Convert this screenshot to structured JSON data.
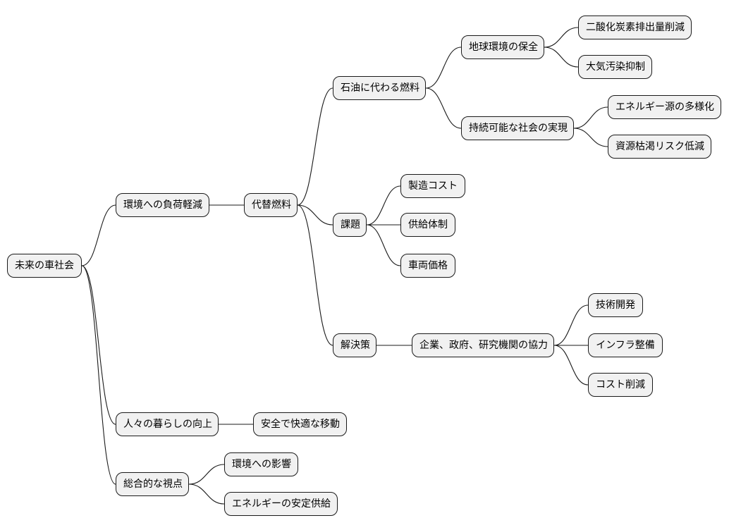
{
  "mindmap": {
    "root": "未来の車社会",
    "env": {
      "label": "環境への負荷軽減",
      "alt_fuel": {
        "label": "代替燃料",
        "oil_alt": {
          "label": "石油に代わる燃料",
          "global_env": {
            "label": "地球環境の保全",
            "children": [
              "二酸化炭素排出量削減",
              "大気汚染抑制"
            ]
          },
          "sustainable": {
            "label": "持続可能な社会の実現",
            "children": [
              "エネルギー源の多様化",
              "資源枯渇リスク低減"
            ]
          }
        },
        "issues": {
          "label": "課題",
          "children": [
            "製造コスト",
            "供給体制",
            "車両価格"
          ]
        },
        "solution": {
          "label": "解決策",
          "cooperation": {
            "label": "企業、政府、研究機関の協力",
            "children": [
              "技術開発",
              "インフラ整備",
              "コスト削減"
            ]
          }
        }
      }
    },
    "life": {
      "label": "人々の暮らしの向上",
      "children": [
        "安全で快適な移動"
      ]
    },
    "holistic": {
      "label": "総合的な視点",
      "children": [
        "環境への影響",
        "エネルギーの安定供給"
      ]
    }
  }
}
